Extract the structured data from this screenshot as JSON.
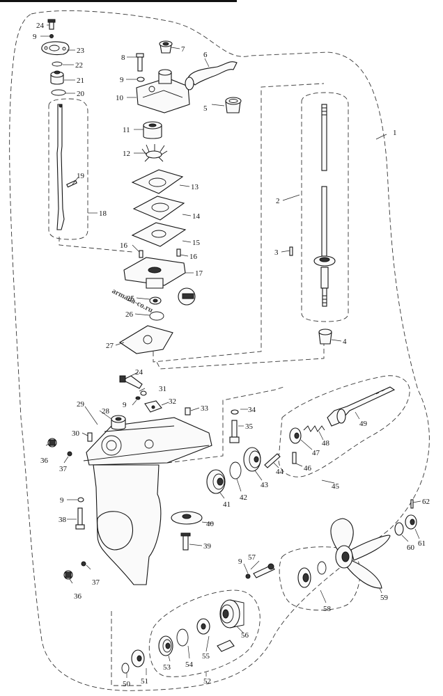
{
  "watermark": "armada-co.ru",
  "callouts": [
    {
      "id": "c1",
      "num": "1"
    },
    {
      "id": "c2",
      "num": "2"
    },
    {
      "id": "c3",
      "num": "3"
    },
    {
      "id": "c4",
      "num": "4"
    },
    {
      "id": "c5",
      "num": "5"
    },
    {
      "id": "c6",
      "num": "6"
    },
    {
      "id": "c7",
      "num": "7"
    },
    {
      "id": "c8",
      "num": "8"
    },
    {
      "id": "c9a",
      "num": "9"
    },
    {
      "id": "c9b",
      "num": "9"
    },
    {
      "id": "c9c",
      "num": "9"
    },
    {
      "id": "c9d",
      "num": "9"
    },
    {
      "id": "c9e",
      "num": "9"
    },
    {
      "id": "c10",
      "num": "10"
    },
    {
      "id": "c11",
      "num": "11"
    },
    {
      "id": "c12",
      "num": "12"
    },
    {
      "id": "c13",
      "num": "13"
    },
    {
      "id": "c14",
      "num": "14"
    },
    {
      "id": "c15",
      "num": "15"
    },
    {
      "id": "c16a",
      "num": "16"
    },
    {
      "id": "c16b",
      "num": "16"
    },
    {
      "id": "c17",
      "num": "17"
    },
    {
      "id": "c18",
      "num": "18"
    },
    {
      "id": "c19",
      "num": "19"
    },
    {
      "id": "c20",
      "num": "20"
    },
    {
      "id": "c21",
      "num": "21"
    },
    {
      "id": "c22",
      "num": "22"
    },
    {
      "id": "c23",
      "num": "23"
    },
    {
      "id": "c24a",
      "num": "24"
    },
    {
      "id": "c24b",
      "num": "24"
    },
    {
      "id": "c25",
      "num": "25"
    },
    {
      "id": "c26",
      "num": "26"
    },
    {
      "id": "c27",
      "num": "27"
    },
    {
      "id": "c28",
      "num": "28"
    },
    {
      "id": "c29",
      "num": "29"
    },
    {
      "id": "c30",
      "num": "30"
    },
    {
      "id": "c31",
      "num": "31"
    },
    {
      "id": "c32",
      "num": "32"
    },
    {
      "id": "c33",
      "num": "33"
    },
    {
      "id": "c34",
      "num": "34"
    },
    {
      "id": "c35",
      "num": "35"
    },
    {
      "id": "c36a",
      "num": "36"
    },
    {
      "id": "c36b",
      "num": "36"
    },
    {
      "id": "c37a",
      "num": "37"
    },
    {
      "id": "c37b",
      "num": "37"
    },
    {
      "id": "c38",
      "num": "38"
    },
    {
      "id": "c39",
      "num": "39"
    },
    {
      "id": "c40",
      "num": "40"
    },
    {
      "id": "c41",
      "num": "41"
    },
    {
      "id": "c42",
      "num": "42"
    },
    {
      "id": "c43",
      "num": "43"
    },
    {
      "id": "c44",
      "num": "44"
    },
    {
      "id": "c45",
      "num": "45"
    },
    {
      "id": "c46",
      "num": "46"
    },
    {
      "id": "c47",
      "num": "47"
    },
    {
      "id": "c48",
      "num": "48"
    },
    {
      "id": "c49",
      "num": "49"
    },
    {
      "id": "c50",
      "num": "50"
    },
    {
      "id": "c51",
      "num": "51"
    },
    {
      "id": "c52",
      "num": "52"
    },
    {
      "id": "c53",
      "num": "53"
    },
    {
      "id": "c54",
      "num": "54"
    },
    {
      "id": "c55",
      "num": "55"
    },
    {
      "id": "c56",
      "num": "56"
    },
    {
      "id": "c57",
      "num": "57"
    },
    {
      "id": "c58",
      "num": "58"
    },
    {
      "id": "c59",
      "num": "59"
    },
    {
      "id": "c60",
      "num": "60"
    },
    {
      "id": "c61",
      "num": "61"
    },
    {
      "id": "c62",
      "num": "62"
    }
  ]
}
